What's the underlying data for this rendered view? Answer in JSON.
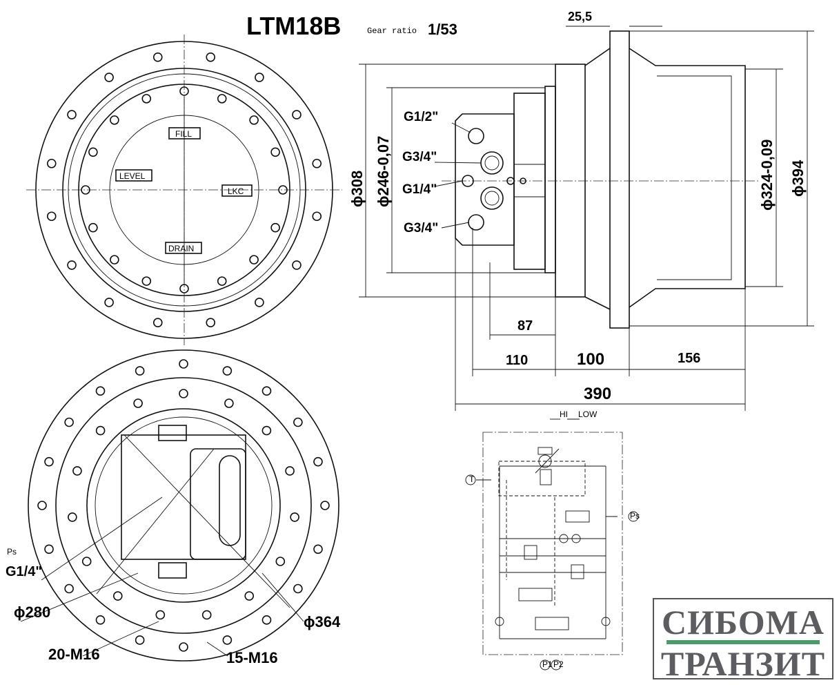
{
  "title": {
    "model": "LTM18B",
    "ratio_label": "Gear ratio",
    "ratio_value": "1/53"
  },
  "front_view": {
    "labels": {
      "fill": "FILL",
      "level": "LEVEL",
      "lkc": "LKC",
      "drain": "DRAIN"
    }
  },
  "rear_view": {
    "labels": {
      "ps": "Ps",
      "ps_port": "G1/4\"",
      "d280": "ϕ280",
      "m16_20": "20-M16",
      "m16_15": "15-M16",
      "d364": "ϕ364"
    }
  },
  "side_view": {
    "ports": [
      "G1/2\"",
      "G3/4\"",
      "G1/4\"",
      "G3/4\""
    ],
    "dims": {
      "flange": "25,5",
      "d308": "ϕ308",
      "d246": "ϕ246-0,07",
      "d324": "ϕ324-0,09",
      "d394": "ϕ394",
      "l87": "87",
      "l110": "110",
      "l100": "100",
      "l156": "156",
      "l390": "390"
    }
  },
  "schematic": {
    "hi": "HI",
    "low": "LOW",
    "t": "T",
    "ps": "Ps",
    "p1": "P1",
    "p2": "P2"
  },
  "logo": {
    "line1": "СИБОМА",
    "line2": "ТРАНЗИТ",
    "accent": "#4f9a6a"
  }
}
